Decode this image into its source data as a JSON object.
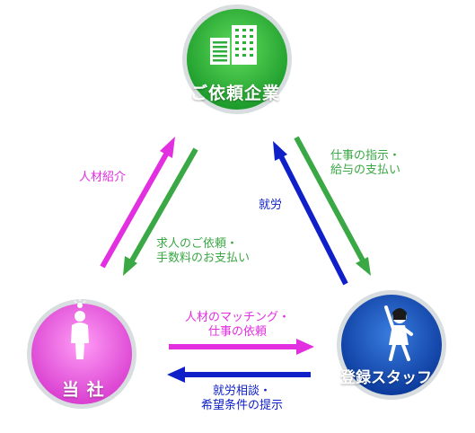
{
  "nodes": {
    "client": {
      "label": "ご依頼企業",
      "color": "#2fae3a",
      "icon": "office-building-icon"
    },
    "us": {
      "label": "当 社",
      "color": "#e24ed8",
      "icon": "woman-icon"
    },
    "staff": {
      "label": "登録スタッフ",
      "color": "#1e56c4",
      "icon": "cheering-woman-icon"
    }
  },
  "edges": {
    "us_to_client": {
      "lines": [
        "人材紹介"
      ],
      "color": "#e22fe0"
    },
    "client_to_us": {
      "lines": [
        "求人のご依頼・",
        "手数料のお支払い"
      ],
      "color": "#3aa844"
    },
    "staff_to_client": {
      "lines": [
        "就労"
      ],
      "color": "#1020c8"
    },
    "client_to_staff": {
      "lines": [
        "仕事の指示・",
        "給与の支払い"
      ],
      "color": "#3aa844"
    },
    "us_to_staff": {
      "lines": [
        "人材のマッチング・",
        "仕事の依頼"
      ],
      "color": "#e22fe0"
    },
    "staff_to_us": {
      "lines": [
        "就労相談・",
        "希望条件の提示"
      ],
      "color": "#1020c8"
    }
  }
}
